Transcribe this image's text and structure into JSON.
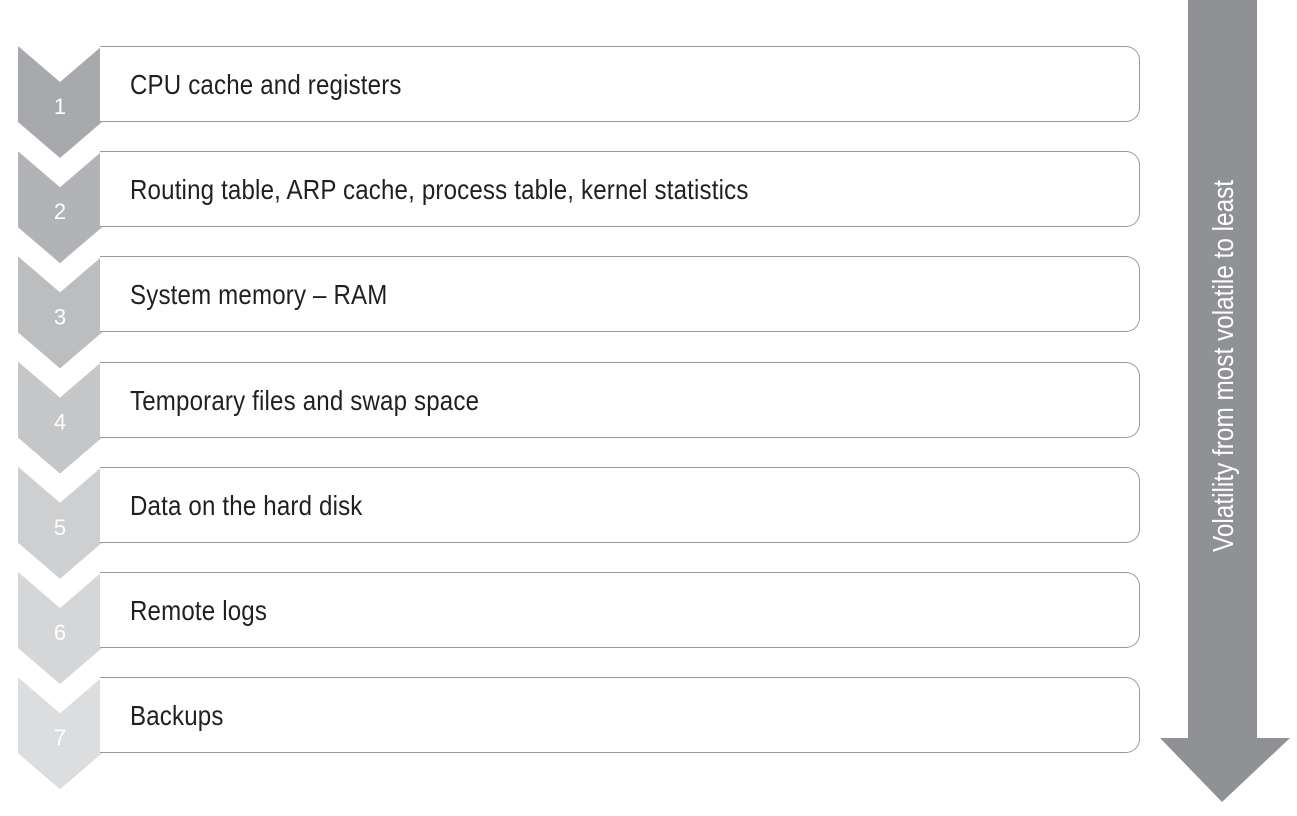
{
  "steps": [
    {
      "number": "1",
      "label": "CPU cache and registers",
      "color": "#a7a9ac"
    },
    {
      "number": "2",
      "label": "Routing table, ARP cache, process table, kernel statistics",
      "color": "#b1b3b6"
    },
    {
      "number": "3",
      "label": "System memory – RAM",
      "color": "#bbbdbf"
    },
    {
      "number": "4",
      "label": "Temporary files and swap space",
      "color": "#c4c6c8"
    },
    {
      "number": "5",
      "label": "Data on the hard disk",
      "color": "#cdcfd1"
    },
    {
      "number": "6",
      "label": "Remote logs",
      "color": "#d5d6d8"
    },
    {
      "number": "7",
      "label": "Backups",
      "color": "#dcdddf"
    }
  ],
  "volatility_arrow": {
    "label": "Volatility from most volatile to least",
    "color": "#8f9194"
  }
}
